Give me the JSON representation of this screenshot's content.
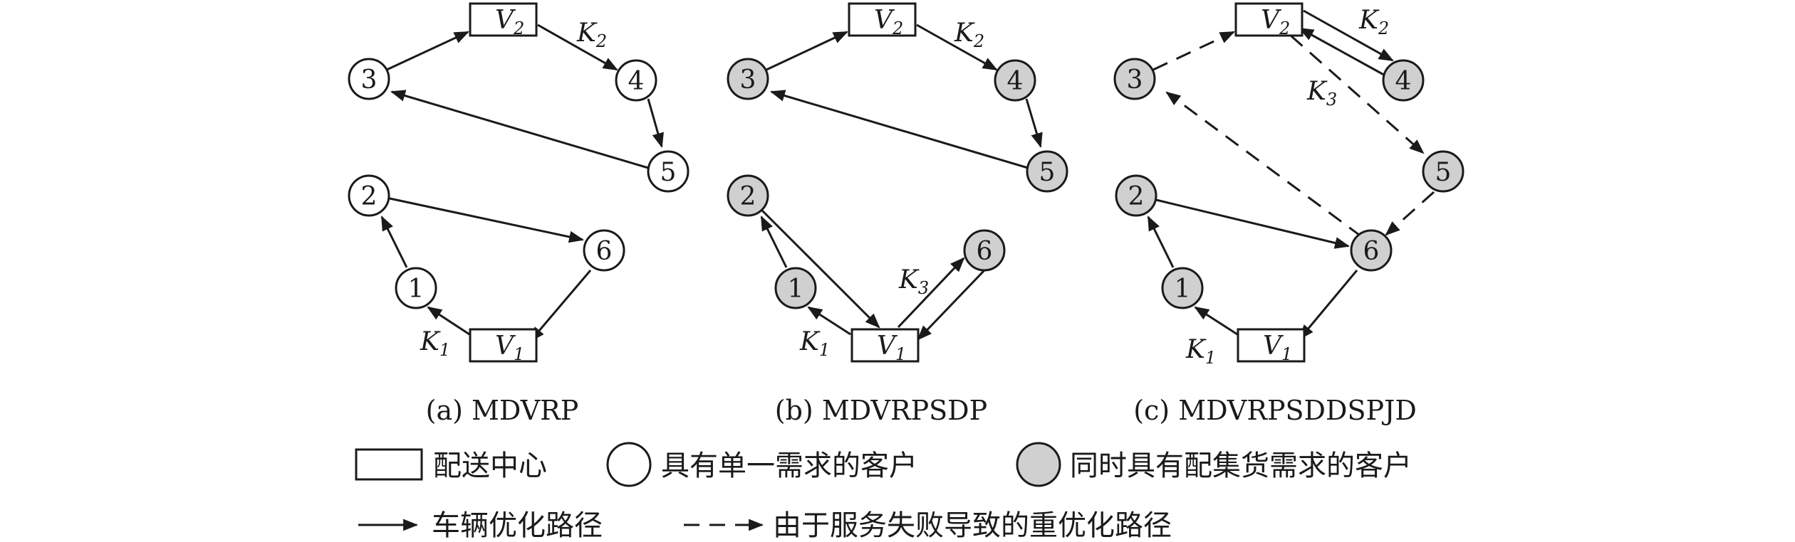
{
  "panels": [
    {
      "id": "a",
      "caption": "(a) MDVRP",
      "depots": [
        {
          "id": "V2",
          "label": "V",
          "sub": "2"
        },
        {
          "id": "V1",
          "label": "V",
          "sub": "1"
        }
      ],
      "customers": [
        {
          "id": "3",
          "label": "3",
          "type": "single"
        },
        {
          "id": "4",
          "label": "4",
          "type": "single"
        },
        {
          "id": "5",
          "label": "5",
          "type": "single"
        },
        {
          "id": "2",
          "label": "2",
          "type": "single"
        },
        {
          "id": "1",
          "label": "1",
          "type": "single"
        },
        {
          "id": "6",
          "label": "6",
          "type": "single"
        }
      ],
      "route_labels": [
        {
          "label": "K",
          "sub": "2"
        },
        {
          "label": "K",
          "sub": "1"
        }
      ]
    },
    {
      "id": "b",
      "caption": "(b) MDVRPSDP",
      "depots": [
        {
          "id": "V2",
          "label": "V",
          "sub": "2"
        },
        {
          "id": "V1",
          "label": "V",
          "sub": "1"
        }
      ],
      "customers": [
        {
          "id": "3",
          "label": "3",
          "type": "pickup-delivery"
        },
        {
          "id": "4",
          "label": "4",
          "type": "pickup-delivery"
        },
        {
          "id": "5",
          "label": "5",
          "type": "pickup-delivery"
        },
        {
          "id": "2",
          "label": "2",
          "type": "pickup-delivery"
        },
        {
          "id": "1",
          "label": "1",
          "type": "pickup-delivery"
        },
        {
          "id": "6",
          "label": "6",
          "type": "pickup-delivery"
        }
      ],
      "route_labels": [
        {
          "label": "K",
          "sub": "2"
        },
        {
          "label": "K",
          "sub": "3"
        },
        {
          "label": "K",
          "sub": "1"
        }
      ]
    },
    {
      "id": "c",
      "caption": "(c) MDVRPSDDSPJD",
      "depots": [
        {
          "id": "V2",
          "label": "V",
          "sub": "2"
        },
        {
          "id": "V1",
          "label": "V",
          "sub": "1"
        }
      ],
      "customers": [
        {
          "id": "3",
          "label": "3",
          "type": "pickup-delivery"
        },
        {
          "id": "4",
          "label": "4",
          "type": "pickup-delivery"
        },
        {
          "id": "5",
          "label": "5",
          "type": "pickup-delivery"
        },
        {
          "id": "2",
          "label": "2",
          "type": "pickup-delivery"
        },
        {
          "id": "1",
          "label": "1",
          "type": "pickup-delivery"
        },
        {
          "id": "6",
          "label": "6",
          "type": "pickup-delivery"
        }
      ],
      "route_labels": [
        {
          "label": "K",
          "sub": "2"
        },
        {
          "label": "K",
          "sub": "3"
        },
        {
          "label": "K",
          "sub": "1"
        }
      ]
    }
  ],
  "legend": {
    "depot": "配送中心",
    "single_customer": "具有单一需求的客户",
    "pd_customer": "同时具有配集货需求的客户",
    "solid_route": "车辆优化路径",
    "dashed_route": "由于服务失败导致的重优化路径"
  },
  "colors": {
    "stroke": "#1a1a1a",
    "single_fill": "#ffffff",
    "pd_fill": "#d0d0d0"
  }
}
